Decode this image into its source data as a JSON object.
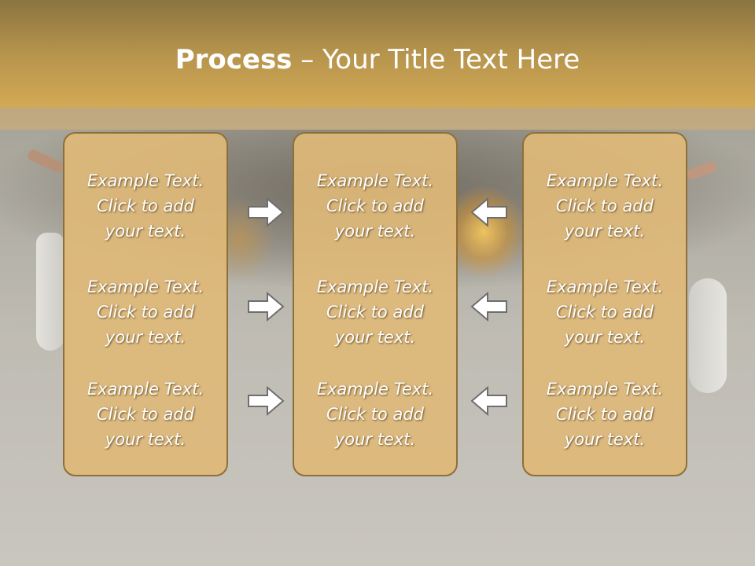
{
  "slide": {
    "title_bold": "Process",
    "title_rest": " – Your Title Text Here"
  },
  "columns": [
    {
      "cells": [
        {
          "line1": "Example Text.",
          "line2": "Click  to add",
          "line3": "your text."
        },
        {
          "line1": "Example Text.",
          "line2": "Click  to add",
          "line3": "your text."
        },
        {
          "line1": "Example Text.",
          "line2": "Click  to add",
          "line3": "your text."
        }
      ]
    },
    {
      "cells": [
        {
          "line1": "Example Text.",
          "line2": "Click  to add",
          "line3": "your text."
        },
        {
          "line1": "Example Text.",
          "line2": "Click  to add",
          "line3": "your text."
        },
        {
          "line1": "Example Text.",
          "line2": "Click  to add",
          "line3": "your text."
        }
      ]
    },
    {
      "cells": [
        {
          "line1": "Example Text.",
          "line2": "Click  to add",
          "line3": "your text."
        },
        {
          "line1": "Example Text.",
          "line2": "Click  to add",
          "line3": "your text."
        },
        {
          "line1": "Example Text.",
          "line2": "Click  to add",
          "line3": "your text."
        }
      ]
    }
  ],
  "arrows": {
    "left_group": "arrow-right-icon",
    "right_group": "arrow-left-icon"
  },
  "colors": {
    "header": "#b6944c",
    "panel_fill": "#deb878",
    "panel_border": "#8d7037",
    "text": "#ffffff"
  }
}
